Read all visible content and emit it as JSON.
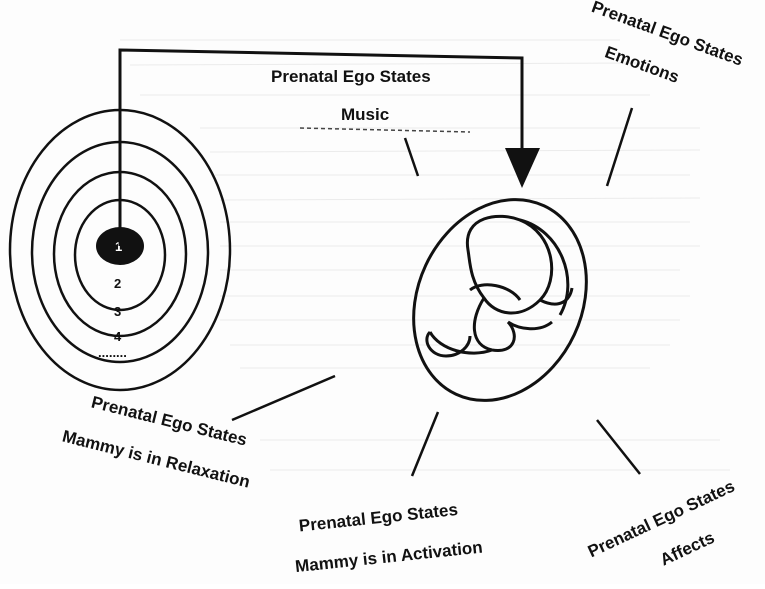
{
  "diagram": {
    "labels": {
      "music_line1": "Prenatal Ego States",
      "music_line2": "Music",
      "emotions_line1": "Prenatal Ego States",
      "emotions_line2": "Emotions",
      "relaxation_line1": "Prenatal Ego States",
      "relaxation_line2": "Mammy is in Relaxation",
      "activation_line1": "Prenatal Ego States",
      "activation_line2": "Mammy is in Activation",
      "affects_line1": "Prenatal Ego States",
      "affects_line2": "Affects"
    },
    "rings": {
      "r1": "1",
      "r2": "2",
      "r3": "3",
      "r4": "4",
      "more": "........"
    }
  },
  "colors": {
    "ink": "#111111",
    "paper": "#fdfdfd"
  }
}
